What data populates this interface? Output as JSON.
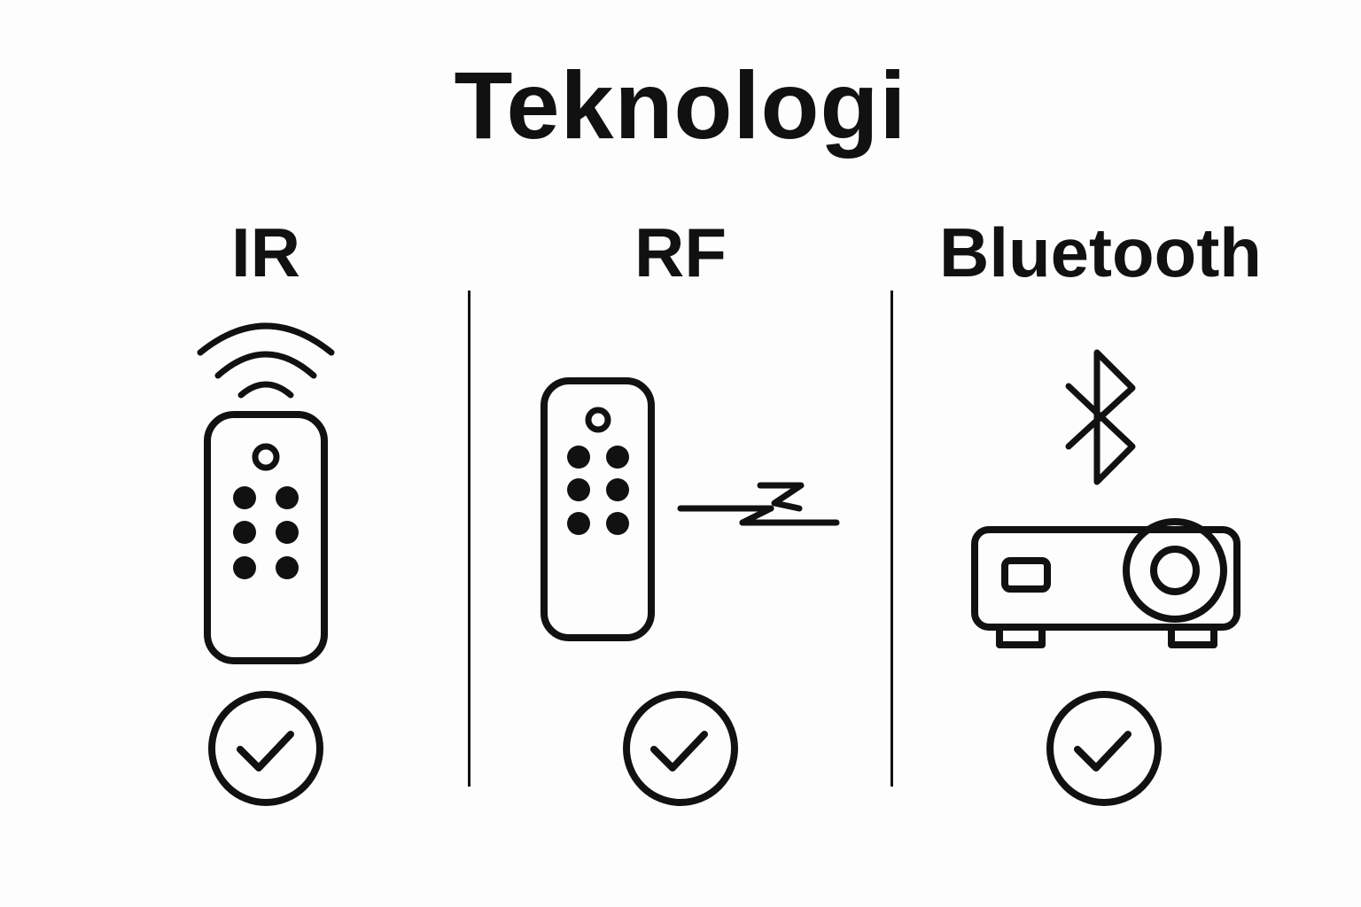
{
  "diagram": {
    "title": "Teknologi",
    "columns": [
      {
        "label": "IR",
        "icon": "ir-remote-icon",
        "status_icon": "check-circle-icon"
      },
      {
        "label": "RF",
        "icon": "rf-remote-icon",
        "status_icon": "check-circle-icon"
      },
      {
        "label": "Bluetooth",
        "icon": "bluetooth-projector-icon",
        "status_icon": "check-circle-icon"
      }
    ]
  },
  "colors": {
    "stroke": "#111111",
    "background": "#fdfdfd"
  }
}
